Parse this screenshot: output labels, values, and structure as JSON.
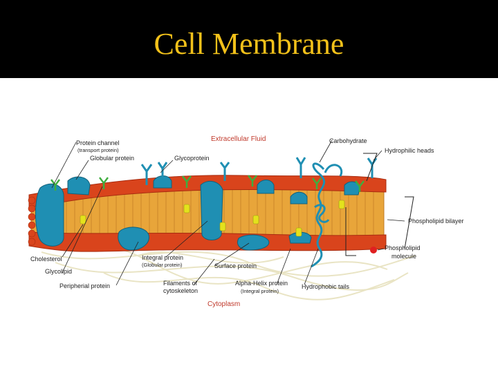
{
  "title": "Cell Membrane",
  "regions": {
    "top": "Extracellular Fluid",
    "bottom": "Cytoplasm"
  },
  "labels": {
    "protein_channel": "Protein channel",
    "transport_protein": "(transport protein)",
    "globular_protein": "Globular protein",
    "glycoprotein": "Glycoprotein",
    "carbohydrate": "Carbohydrate",
    "hydrophilic_heads": "Hydrophilic heads",
    "phospholipid_bilayer": "Phospholipid bilayer",
    "phospholipid_molecule_1": "Phospholipid",
    "phospholipid_molecule_2": "molecule",
    "cholesterol": "Cholesterol",
    "glycolipid": "Glycolipid",
    "peripheral_protein": "Peripherial protein",
    "integral_protein": "Integral protein",
    "integral_protein_sub": "(Globular protein)",
    "surface_protein": "Surface protein",
    "filaments_1": "Filaments of",
    "filaments_2": "cytoskeleton",
    "alpha_helix": "Alpha-Helix protein",
    "alpha_helix_sub": "(Integral protein)",
    "hydrophobic_tails": "Hydrophobic tails"
  },
  "colors": {
    "title_bg": "#000000",
    "title_text": "#f2c11a",
    "heads": "#d9441c",
    "tails": "#e8a53a",
    "protein": "#1f8fb3",
    "cholesterol": "#e4e21c",
    "filament": "#e9e4c4",
    "region_label": "#c0392b"
  }
}
